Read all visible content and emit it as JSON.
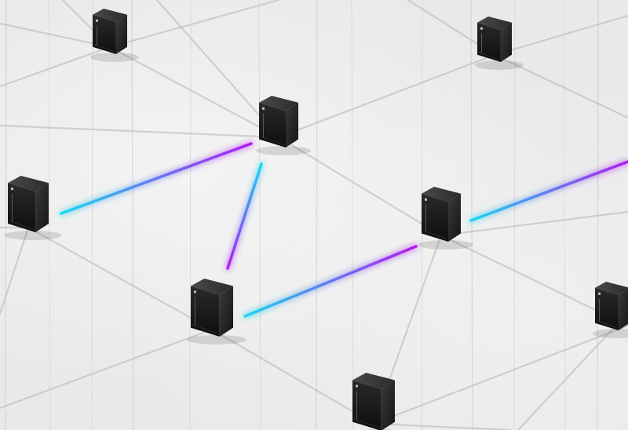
{
  "scene": {
    "description_free": true,
    "background_color": "#ebebeb",
    "mesh_line_color": "#b9b9b9",
    "glow_gradient": {
      "start": "#19d7f0",
      "end": "#b21bf0"
    },
    "server_body_color": "#1c1c1c",
    "server_led_color": "#d9d9d9"
  },
  "servers": [
    {
      "id": "server-top-left",
      "icon": "server-tower-icon"
    },
    {
      "id": "server-top-right",
      "icon": "server-tower-icon"
    },
    {
      "id": "server-center-top",
      "icon": "server-tower-icon"
    },
    {
      "id": "server-left",
      "icon": "server-tower-icon"
    },
    {
      "id": "server-center-right",
      "icon": "server-tower-icon"
    },
    {
      "id": "server-center-bottom",
      "icon": "server-tower-icon"
    },
    {
      "id": "server-right-edge",
      "icon": "server-tower-icon"
    },
    {
      "id": "server-bottom",
      "icon": "server-tower-icon"
    }
  ],
  "links": [
    {
      "from": "server-left",
      "to": "server-center-top",
      "style": "glow"
    },
    {
      "from": "server-center-top",
      "to": "server-center-bottom",
      "style": "glow"
    },
    {
      "from": "server-center-bottom",
      "to": "server-center-right",
      "style": "glow"
    },
    {
      "from": "server-center-right",
      "to": "offscreen-right",
      "style": "glow"
    }
  ]
}
